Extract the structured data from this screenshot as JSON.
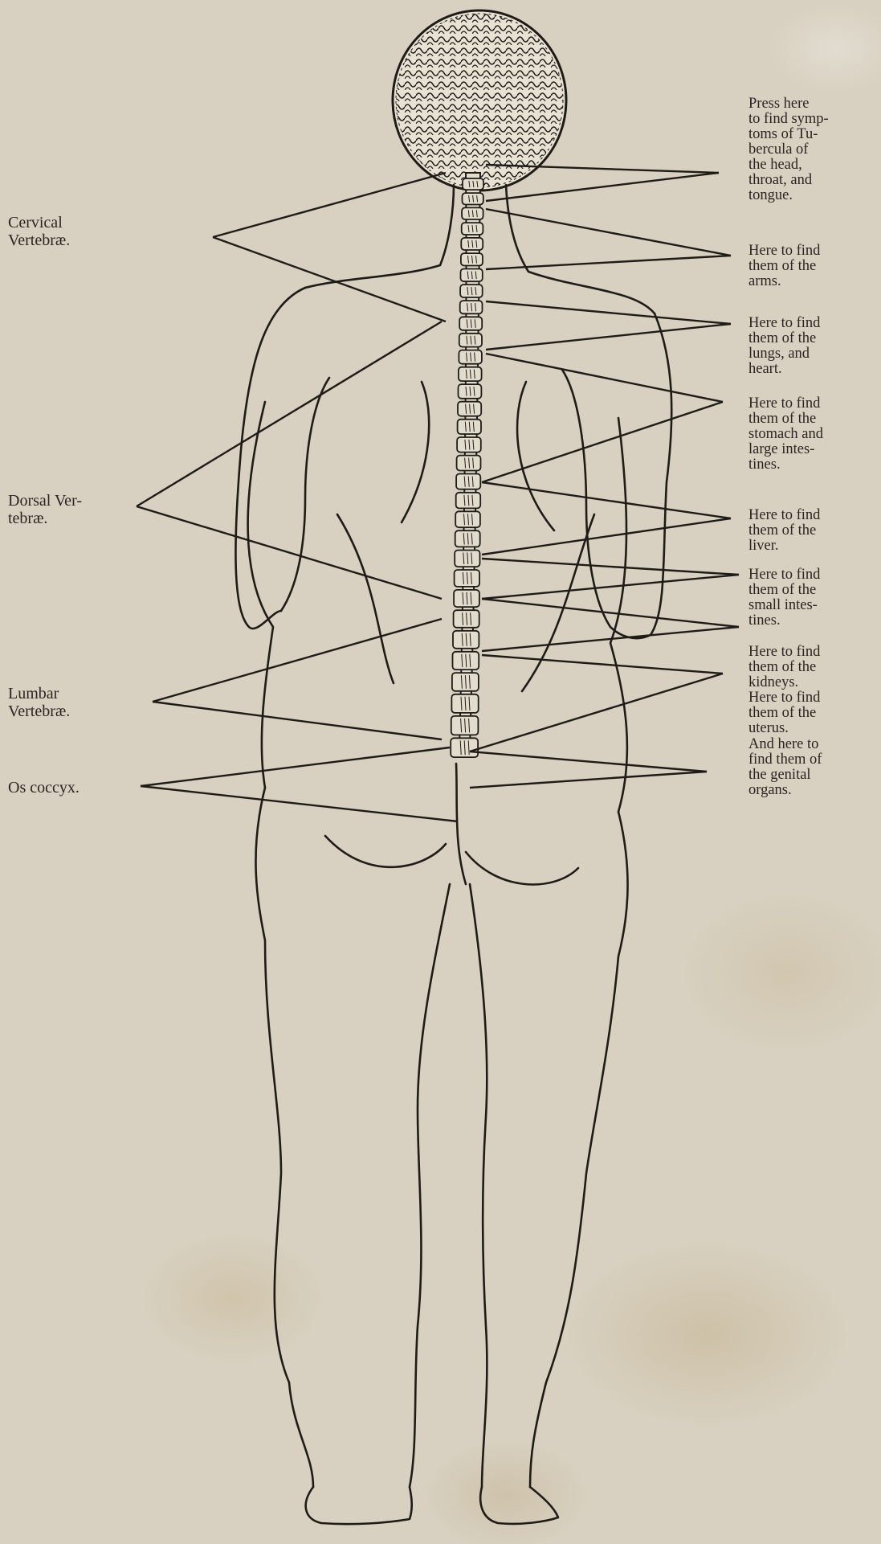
{
  "figure": {
    "left_labels": {
      "cervical": [
        "Cervical",
        "Vertebræ."
      ],
      "dorsal": [
        "Dorsal Ver-",
        "tebræ."
      ],
      "lumbar": [
        "Lumbar",
        "Vertebræ."
      ],
      "coccyx": "Os coccyx."
    },
    "right_labels": {
      "head": "Press here to find symptoms of Tubercula of the head, throat, and tongue.",
      "arms": "Here to find them of the arms.",
      "lungs": "Here to find them of the lungs, and heart.",
      "stomach": "Here to find them of the stomach and large intestines.",
      "liver": "Here to find them of the liver.",
      "small_intestines": "Here to find them of the small intestines.",
      "kidneys": "Here to find them of the kidneys.",
      "uterus": "Here to find them of the uterus.",
      "genital": "And here to find them of the genital organs."
    },
    "right_label_lines": {
      "head": [
        "Press here",
        "to find symp-",
        "toms of Tu-",
        "bercula of",
        "the head,",
        "throat, and",
        "tongue."
      ],
      "arms": [
        "Here to find",
        "them of the",
        "arms."
      ],
      "lungs": [
        "Here to find",
        "them of the",
        "lungs, and",
        "heart."
      ],
      "stomach": [
        "Here to find",
        "them of the",
        "stomach and",
        "large intes-",
        "tines."
      ],
      "liver": [
        "Here to find",
        "them of the",
        "liver."
      ],
      "small_intestines": [
        "Here to find",
        "them of the",
        "small intes-",
        "tines."
      ],
      "kidneys": [
        "Here to find",
        "them of the",
        "kidneys."
      ],
      "uterus": [
        "Here to find",
        "them of the",
        "uterus."
      ],
      "genital": [
        "And here to",
        "find them of",
        "the genital",
        "organs."
      ]
    },
    "colors": {
      "ink": "#1f1b17",
      "paper": "#d8d1c1",
      "stain": "#c2a878"
    }
  }
}
